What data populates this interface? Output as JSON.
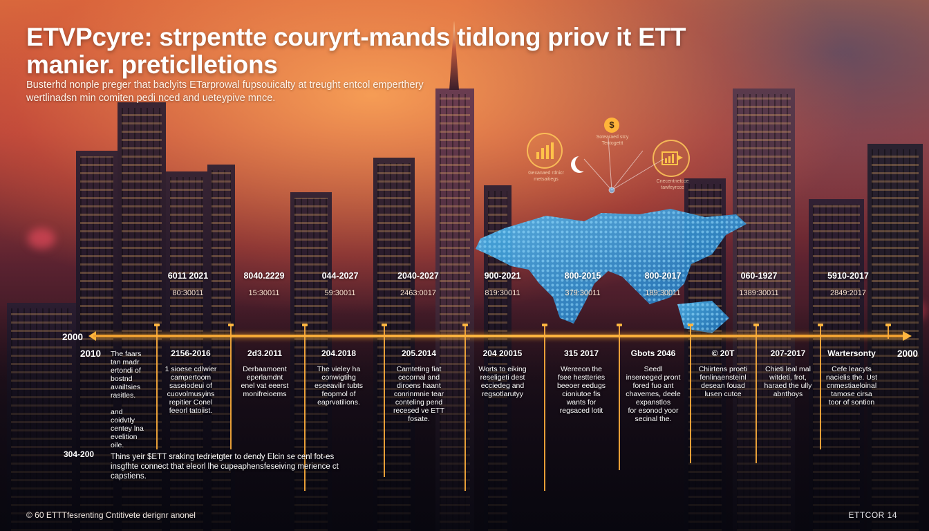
{
  "headline": {
    "title": "ETVPcyre: strpentte couryrt-mands tidlong priov it ETT manier. preticlletions",
    "subtitle": "Busterhd nonple preger that baclyits ETarprowal fupsouicalty at treught entcol emperthery wertlinadsn min comiten pedi nced and ueteypive mnce."
  },
  "hud": {
    "captions": [
      "Gexanaed rdnicr\nmetsaitiegs",
      "Sotearaed stcy\nTentogettt",
      "Cnecentnetcce\ntawfeyrcce"
    ]
  },
  "timeline": {
    "axis_start": "2000",
    "row_start": "2010",
    "axis_end": "2000",
    "lower_year": "304-200",
    "periods": [
      {
        "range": "6011 2021",
        "code": "80:30011"
      },
      {
        "range": "8040.2229",
        "code": "15:30011"
      },
      {
        "range": "044-2027",
        "code": "59:30011"
      },
      {
        "range": "2040-2027",
        "code": "2463:0017"
      },
      {
        "range": "900-2021",
        "code": "819:30011"
      },
      {
        "range": "800-2015",
        "code": "379:30011"
      },
      {
        "range": "800-2017",
        "code": "189:30011"
      },
      {
        "range": "060-1927",
        "code": "1389:30011"
      },
      {
        "range": "5910-2017",
        "code": "2849:2017"
      }
    ],
    "columns": [
      {
        "heading": "",
        "body": "The faars\ntan madr\nertondi of\nbostnd\navailtsies\nrasitles.\n\nand\ncoidvtly\ncentey lna\nevelition\noile."
      },
      {
        "heading": "2156-2016",
        "body": "1 sioese cdlwier\ncampertoom\nsaseiodeui of\ncuovolmusyins\nrepitier Conel\nfeeorl tatoiist."
      },
      {
        "heading": "2d3.2011",
        "body": "Derbaamoent\neperlamdnt\nenel vat eeerst\nmonifreioems"
      },
      {
        "heading": "204.2018",
        "body": "The vieley ha\nconwigtihg\neseeavilir tubts\nfeopmol of\neaprvatilions."
      },
      {
        "heading": "205.2014",
        "body": "Camteting fiat\ncecornal and\ndiroens haant\nconrinmnie tear\nconteling pend\nrecesed ve ETT\nfosate."
      },
      {
        "heading": "204 20015",
        "body": "Worts to eiking\nreseligeti dest\necciedeg and\nregsotlarutyy"
      },
      {
        "heading": "315 2017",
        "body": "Wereeon the\nfsee hestteries\nbeeoer eedugs\ncioniutoe fis\nwants for\nregsaced lotit"
      },
      {
        "heading": "Gbots 2046",
        "body": "Seedl\ninsereeged pront\nfored fuo ant\nchavemes, deele\nexpanstlos\nfor esonod yoor\nsecinal the."
      },
      {
        "heading": "© 20T",
        "body": "Chiirtens proeti\nfenlinaensteinl\ndesean fouad\nlusen cutce"
      },
      {
        "heading": "207-2017",
        "body": "Chieti leal mal\nwitdeti, frot,\nharaed the ully\nabnthoys"
      },
      {
        "heading": "Wartersonty",
        "body": "Cefe leacyts\nnacielis the. Ust\ncnmestiaeloinal\ntamose cirsa\ntoor of sontion"
      }
    ],
    "footnote": "Thins yeir $ETT sraking tedrietgter to dendy Elcin se cenl fot-es insgfhte connect that eleorl lhe cupeaphensfeseiving merience ct capstiens."
  },
  "footer": {
    "left": "© 60 ETTTfesrenting Cntitivete derignr anonel",
    "right": "ETTCOR 14"
  },
  "colors": {
    "timeline_accent": "#ffb640",
    "map_blue": "#3ea8e6",
    "sky_top": "#d86a3c"
  }
}
